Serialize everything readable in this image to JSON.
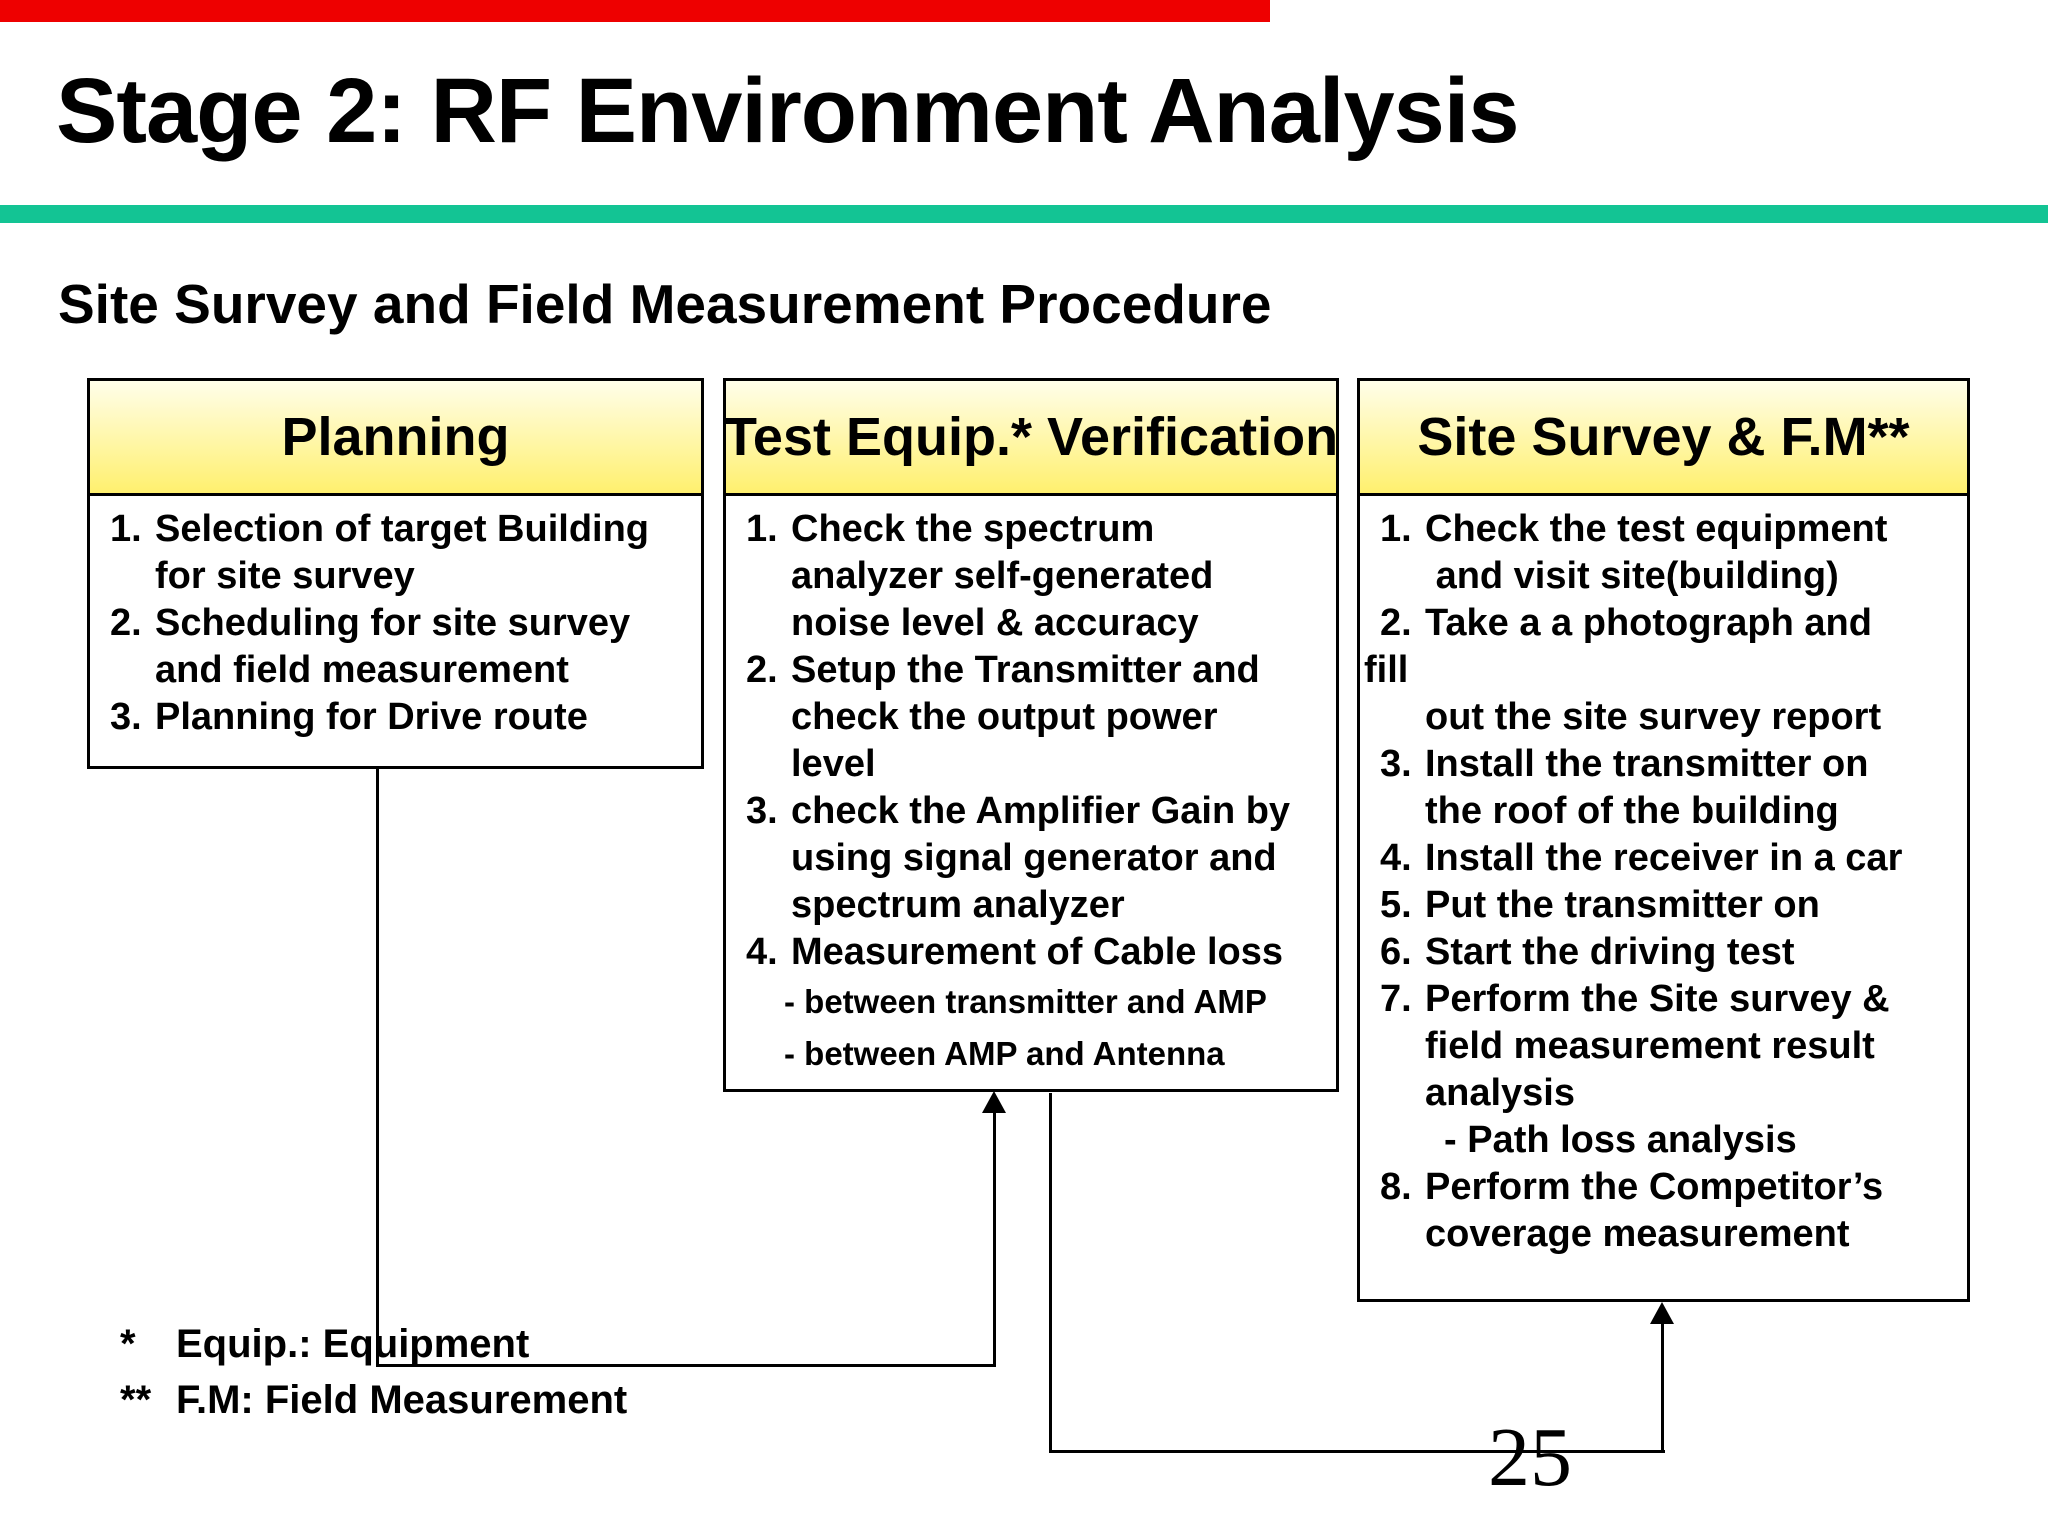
{
  "slide": {
    "title": "Stage 2: RF Environment Analysis",
    "subtitle": "Site Survey and Field Measurement Procedure",
    "page_number": "25"
  },
  "colors": {
    "red_accent": "#ee0000",
    "green_accent": "#13c494",
    "header_gradient_top": "#fffeea",
    "header_gradient_bottom": "#fff06e",
    "box_border": "#000000"
  },
  "boxes": [
    {
      "title": "Planning",
      "lines": [
        {
          "n": "1.",
          "t": "Selection of target Building"
        },
        {
          "t": "for site survey"
        },
        {
          "n": "2.",
          "t": "Scheduling for site survey"
        },
        {
          "t": "and field measurement"
        },
        {
          "n": "3.",
          "t": "Planning for Drive route"
        }
      ]
    },
    {
      "title": "Test Equip.* Verification",
      "lines": [
        {
          "n": "1.",
          "t": "Check the spectrum"
        },
        {
          "t": "analyzer self-generated"
        },
        {
          "t": "noise level & accuracy"
        },
        {
          "n": "2.",
          "t": "Setup the Transmitter and"
        },
        {
          "t": "check the output power"
        },
        {
          "t": "level"
        },
        {
          "n": "3.",
          "t": "check the Amplifier Gain by"
        },
        {
          "t": "using signal generator and"
        },
        {
          "t": "spectrum analyzer"
        },
        {
          "n": "4.",
          "t": "Measurement of Cable loss"
        },
        {
          "t": "- between transmitter and AMP",
          "type": "sub"
        },
        {
          "t": "- between AMP and Antenna",
          "type": "sub"
        }
      ]
    },
    {
      "title": "Site Survey & F.M**",
      "lines": [
        {
          "n": "1.",
          "t": "Check the test equipment"
        },
        {
          "t": " and visit site(building)"
        },
        {
          "n": "2.",
          "t": "Take a a photograph and"
        },
        {
          "t": "fill",
          "type": "flush"
        },
        {
          "t": "out the site survey report"
        },
        {
          "n": "3.",
          "t": "Install the transmitter on"
        },
        {
          "t": "the roof of the building"
        },
        {
          "n": "4.",
          "t": "Install the receiver in a car"
        },
        {
          "n": "5.",
          "t": "Put the transmitter on"
        },
        {
          "n": "6.",
          "t": "Start the driving test"
        },
        {
          "n": "7.",
          "t": "Perform the Site survey &"
        },
        {
          "t": "field measurement result"
        },
        {
          "t": "analysis"
        },
        {
          "t": "- Path loss analysis",
          "type": "dash"
        },
        {
          "n": "8.",
          "t": "Perform the Competitor’s"
        },
        {
          "t": "coverage measurement"
        }
      ]
    }
  ],
  "footnotes": [
    {
      "marker": "*",
      "text": "Equip.: Equipment"
    },
    {
      "marker": "**",
      "text": "F.M: Field Measurement"
    }
  ]
}
